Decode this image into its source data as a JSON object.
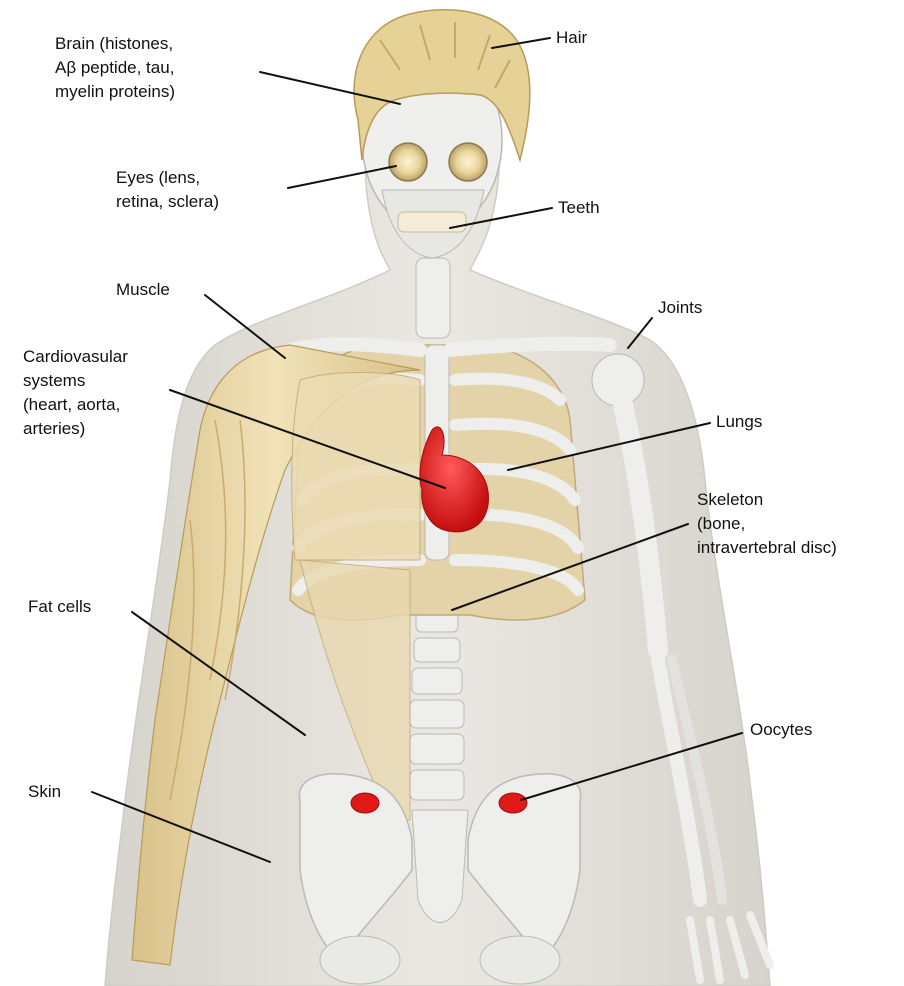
{
  "labels": {
    "brain": [
      "Brain (histones,",
      "Aβ peptide, tau,",
      "myelin proteins)"
    ],
    "hair": [
      "Hair"
    ],
    "eyes": [
      "Eyes (lens,",
      "retina, sclera)"
    ],
    "teeth": [
      "Teeth"
    ],
    "muscle": [
      "Muscle"
    ],
    "joints": [
      "Joints"
    ],
    "cardiovascular": [
      "Cardiovasular",
      "systems",
      "(heart, aorta,",
      "arteries)"
    ],
    "lungs": [
      "Lungs"
    ],
    "skeleton": [
      "Skeleton",
      "(bone,",
      "intravertebral disc)"
    ],
    "fat": [
      "Fat cells"
    ],
    "oocytes": [
      "Oocytes"
    ],
    "skin": [
      "Skin"
    ]
  },
  "colors": {
    "skin_body": "#e6e3dc",
    "bone": "#eeeeec",
    "bone_edge": "#b9b9b6",
    "muscle": "#e6d3a6",
    "muscle_edge": "#c8b27a",
    "hair": "#e8d59e",
    "organ_red": "#e01818",
    "leader_line": "#111111"
  }
}
